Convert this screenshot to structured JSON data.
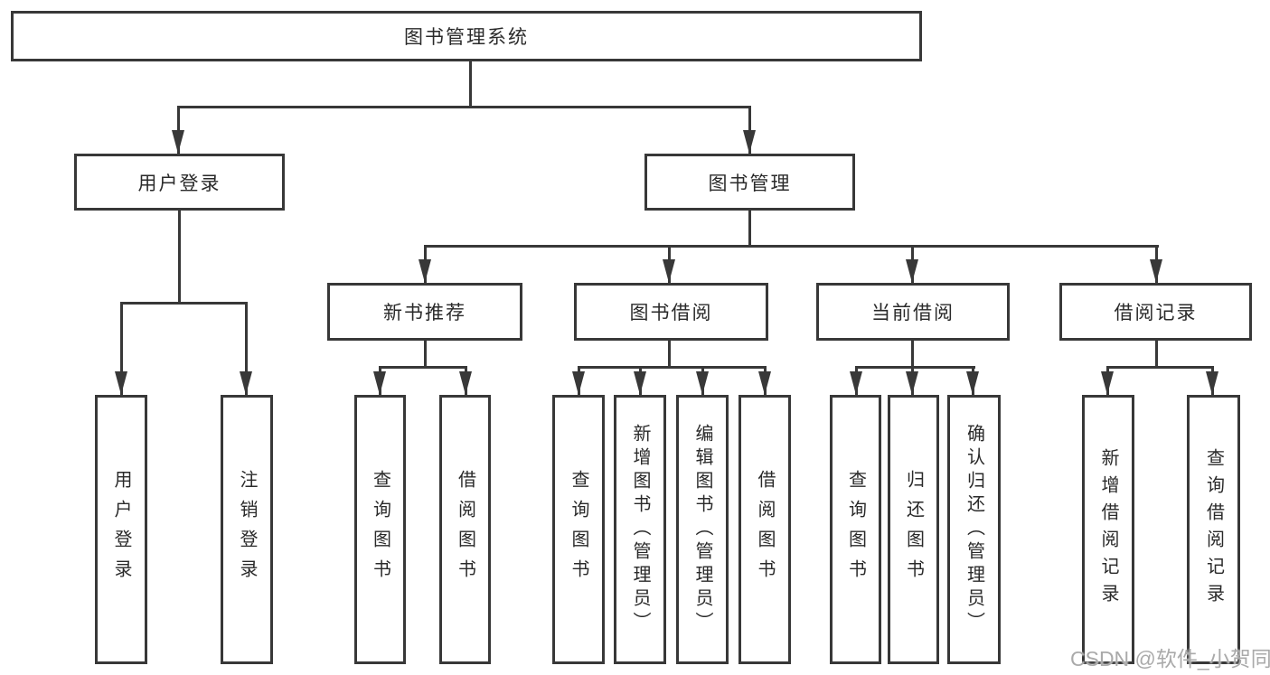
{
  "tree": {
    "root": {
      "label": "图书管理系统",
      "children": [
        {
          "label": "用户登录",
          "children": [
            {
              "label": "用户登录"
            },
            {
              "label": "注销登录"
            }
          ]
        },
        {
          "label": "图书管理",
          "children": [
            {
              "label": "新书推荐",
              "children": [
                {
                  "label": "查询图书"
                },
                {
                  "label": "借阅图书"
                }
              ]
            },
            {
              "label": "图书借阅",
              "children": [
                {
                  "label": "查询图书"
                },
                {
                  "label": "新增图书（管理员）"
                },
                {
                  "label": "编辑图书（管理员）"
                },
                {
                  "label": "借阅图书"
                }
              ]
            },
            {
              "label": "当前借阅",
              "children": [
                {
                  "label": "查询图书"
                },
                {
                  "label": "归还图书"
                },
                {
                  "label": "确认归还（管理员）"
                }
              ]
            },
            {
              "label": "借阅记录",
              "children": [
                {
                  "label": "新增借阅记录"
                },
                {
                  "label": "查询借阅记录"
                }
              ]
            }
          ]
        }
      ]
    }
  },
  "watermark": {
    "text": "CSDN @软件_小贺同学"
  },
  "colors": {
    "line": "#383838",
    "box_border": "#383838",
    "text": "#2a2a2a",
    "watermark": "#aaaaaa",
    "background": "#ffffff"
  }
}
